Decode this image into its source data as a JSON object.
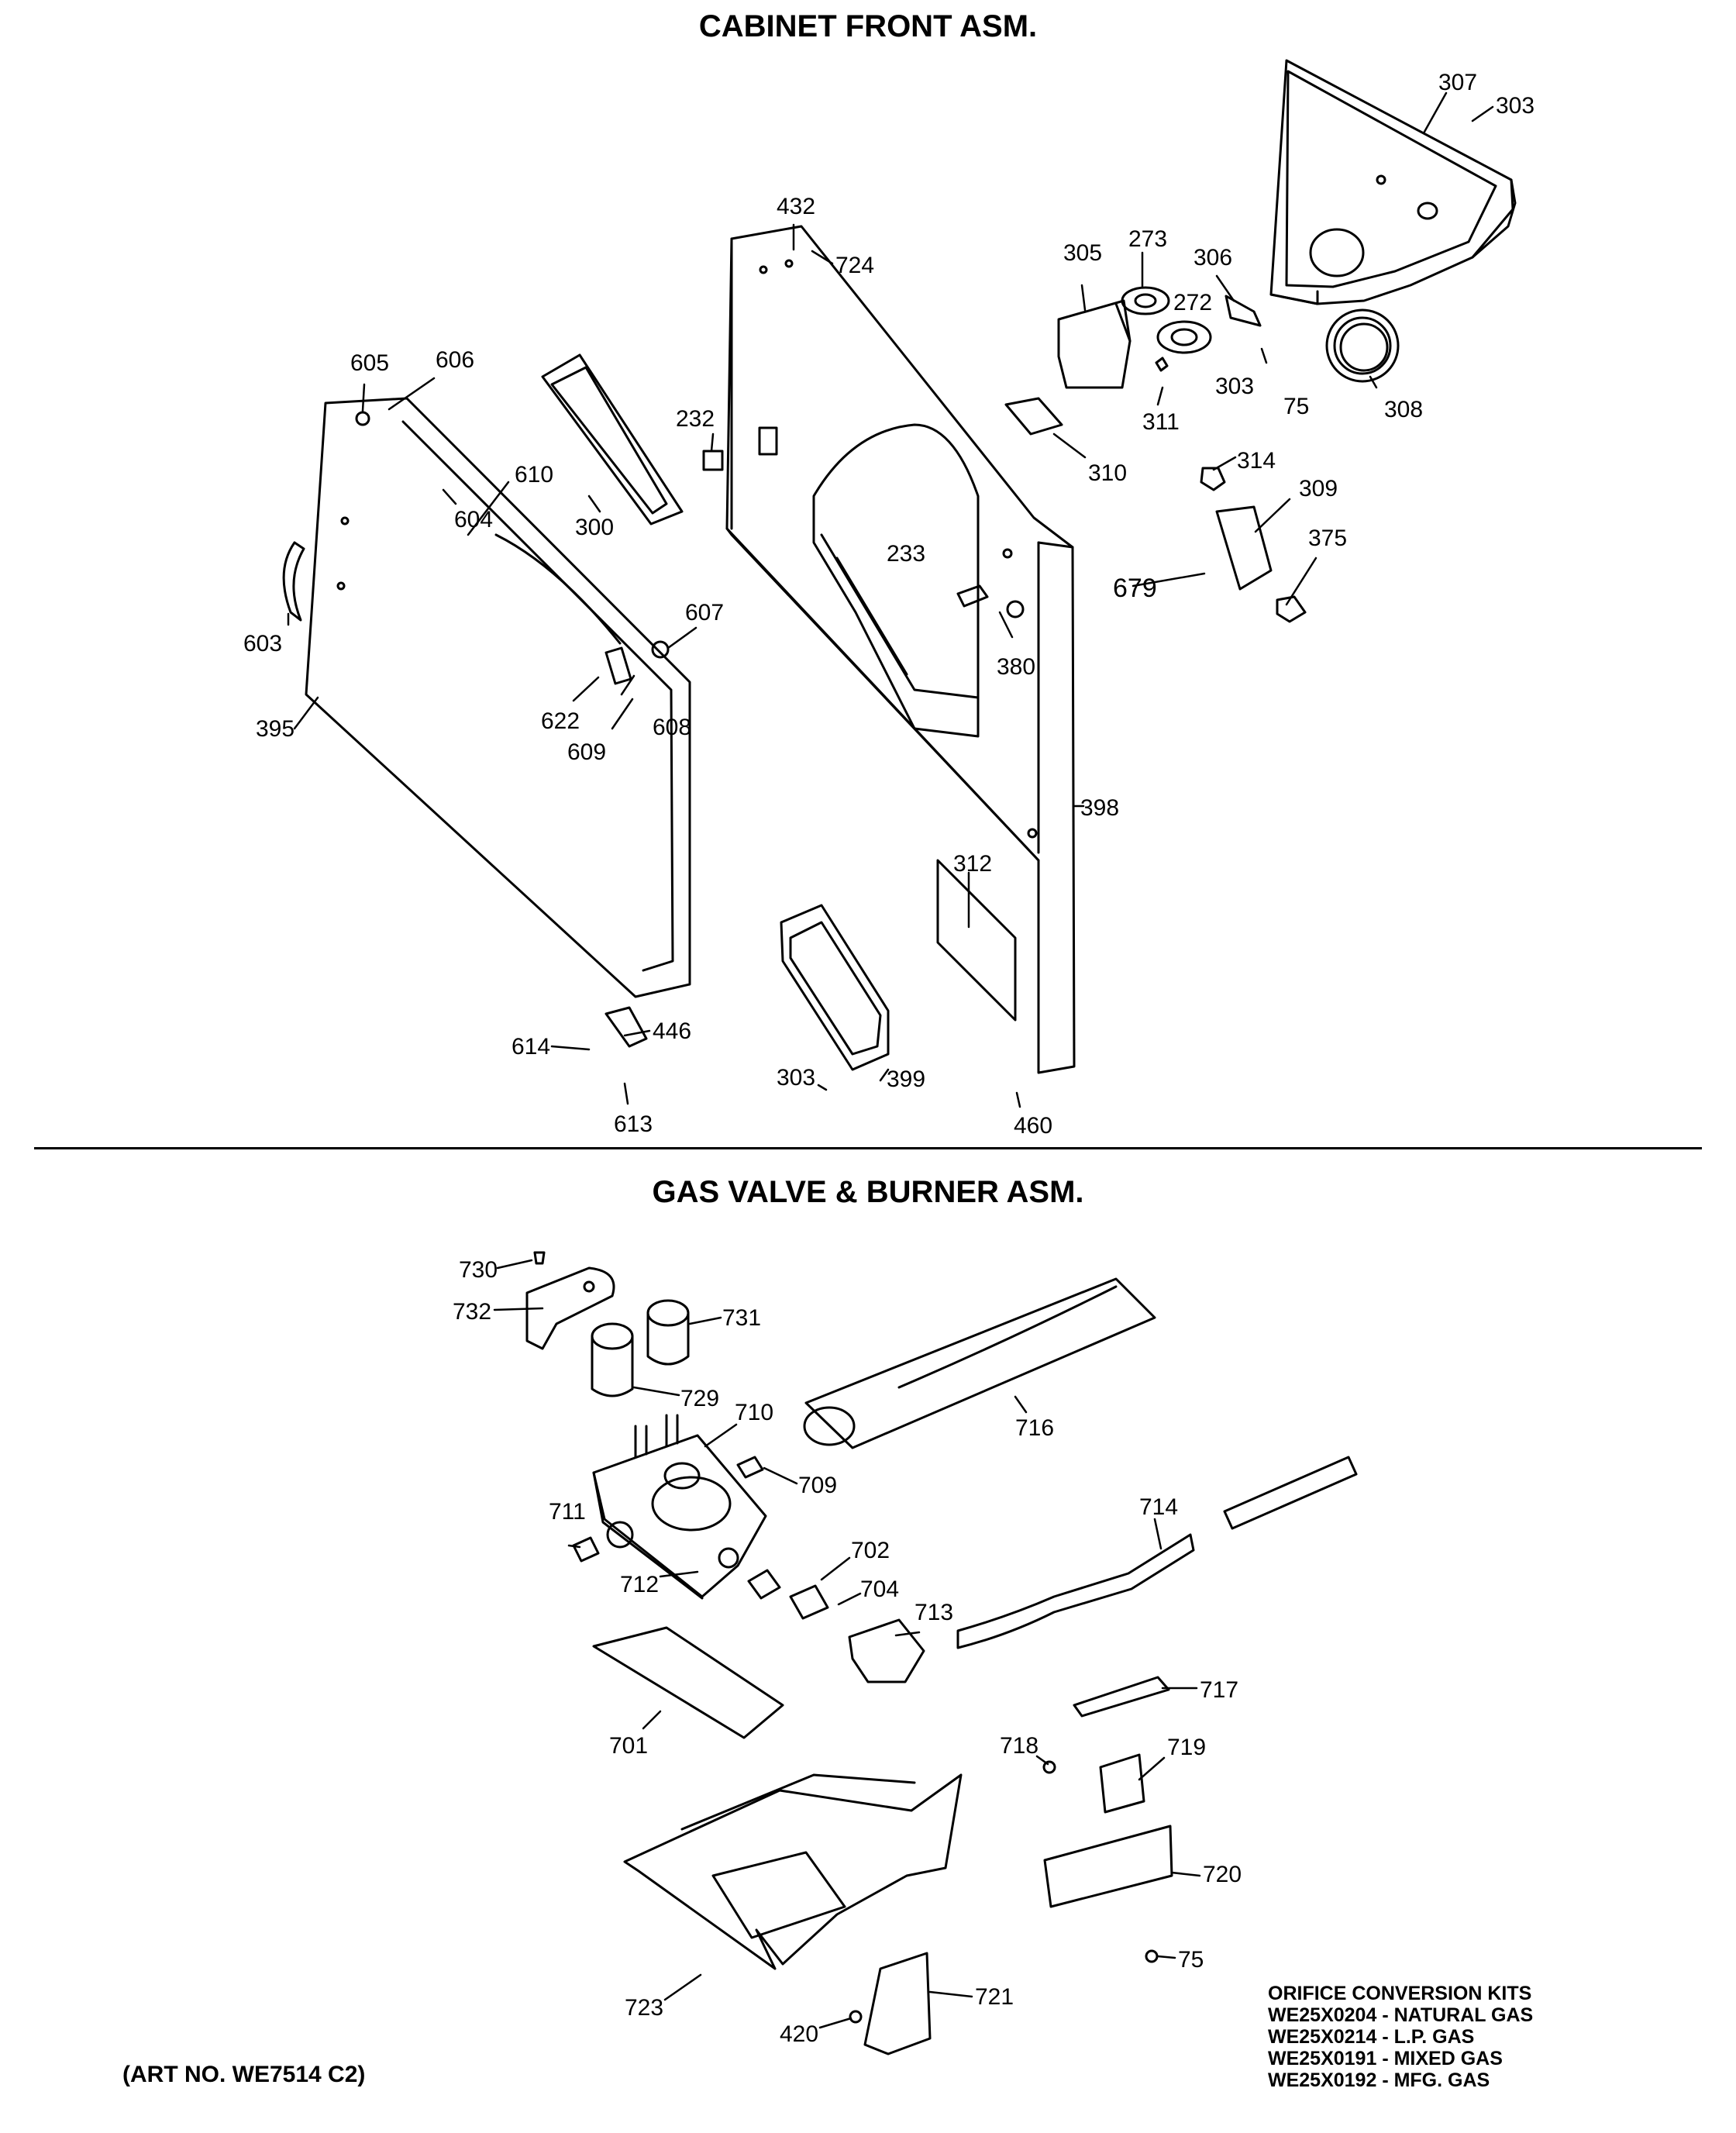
{
  "titles": {
    "cabinet_front": "CABINET FRONT ASM.",
    "gas_valve": "GAS VALVE & BURNER ASM."
  },
  "parts_cabinet": [
    "307",
    "303",
    "432",
    "724",
    "305",
    "273",
    "306",
    "272",
    "303",
    "75",
    "308",
    "605",
    "606",
    "232",
    "610",
    "604",
    "300",
    "311",
    "310",
    "314",
    "309",
    "233",
    "679",
    "375",
    "603",
    "607",
    "380",
    "622",
    "608",
    "609",
    "395",
    "398",
    "312",
    "614",
    "446",
    "303",
    "399",
    "613",
    "460"
  ],
  "parts_burner": [
    "730",
    "732",
    "731",
    "729",
    "710",
    "716",
    "709",
    "711",
    "702",
    "714",
    "712",
    "704",
    "713",
    "717",
    "701",
    "718",
    "719",
    "720",
    "723",
    "75",
    "721",
    "420"
  ],
  "orifice_kits": {
    "heading": "ORIFICE CONVERSION KITS",
    "items": [
      "WE25X0204 - NATURAL GAS",
      "WE25X0214 - L.P. GAS",
      "WE25X0191 - MIXED GAS",
      "WE25X0192 - MFG. GAS"
    ]
  },
  "art_number": "(ART NO. WE7514 C2)"
}
